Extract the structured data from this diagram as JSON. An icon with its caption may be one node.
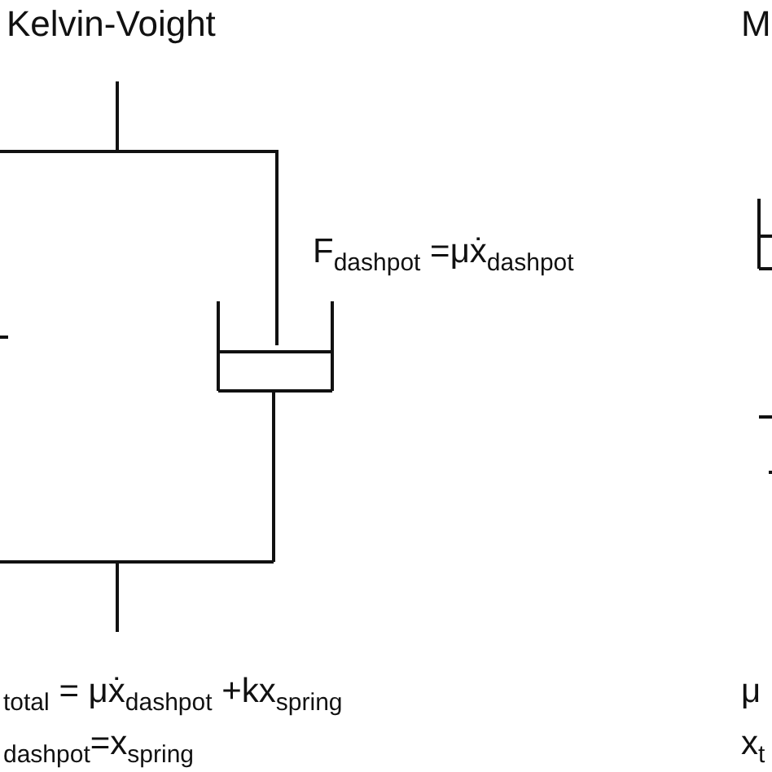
{
  "diagram": {
    "title": "Kelvin-Voight",
    "labels": [
      "M",
      "F$_{dashpot}$ =μẋ$_{dashpot}$",
      "$_{total}$ = μẋ$_{dashpot}$ +kx$_{spring}$",
      "$_{dashpot}$=x$_{spring}$",
      "μ",
      "x$_{t}$"
    ]
  }
}
